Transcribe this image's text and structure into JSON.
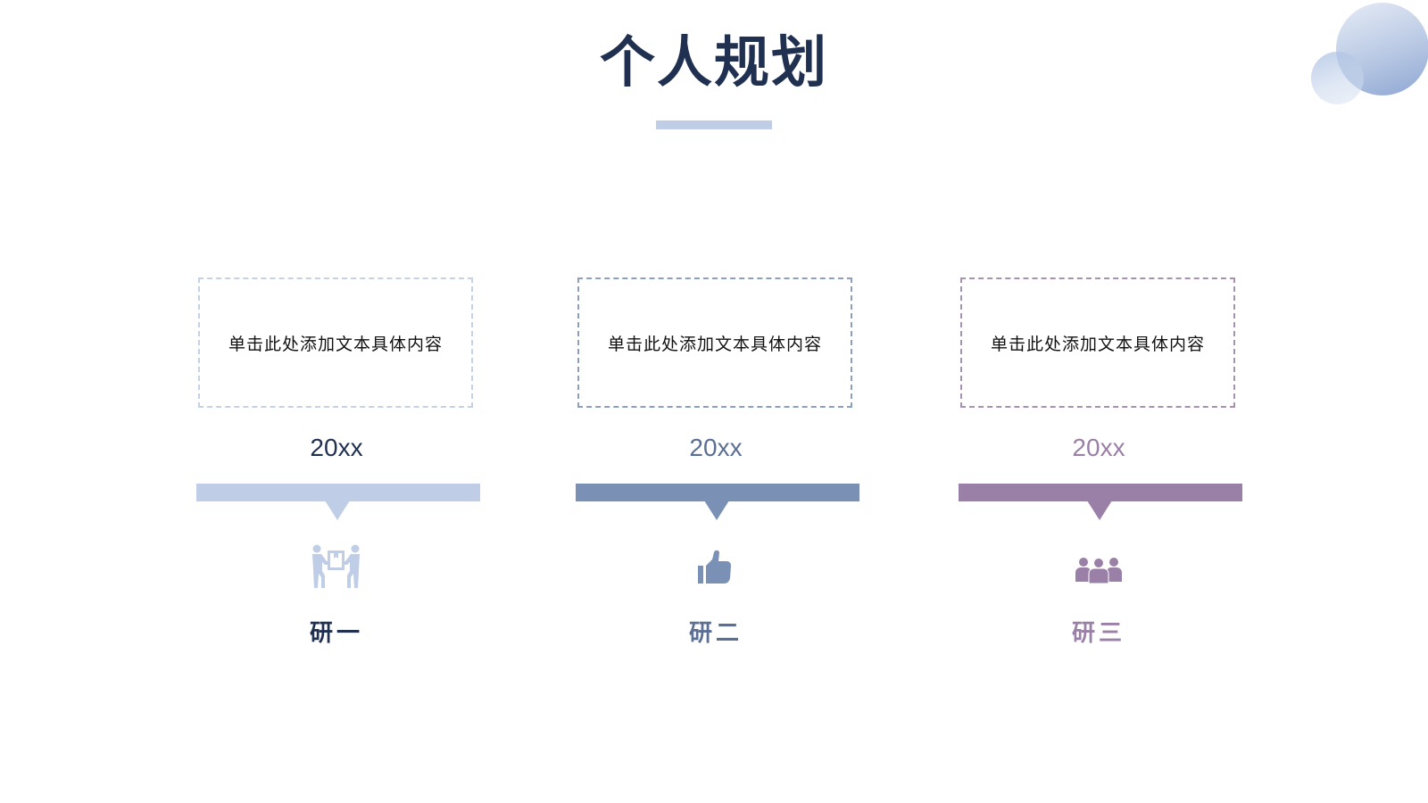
{
  "title": "个人规划",
  "colors": {
    "title": "#1f3050",
    "title_bar": "#bfcde6",
    "stage1": "#bfcde6",
    "stage2": "#7a91b5",
    "stage3": "#9a80a6"
  },
  "stages": [
    {
      "text": "单击此处添加文本具体内容",
      "year": "20xx",
      "label": "研一",
      "icon": "people-carrying-box-icon",
      "color": "#bfcde6",
      "box_border": "#c4d2e6",
      "year_color": "#1f3050",
      "label_color": "#1f3050"
    },
    {
      "text": "单击此处添加文本具体内容",
      "year": "20xx",
      "label": "研二",
      "icon": "thumbs-up-icon",
      "color": "#7a91b5",
      "box_border": "#8d9fbf",
      "year_color": "#5a6f93",
      "label_color": "#5a6f93"
    },
    {
      "text": "单击此处添加文本具体内容",
      "year": "20xx",
      "label": "研三",
      "icon": "team-icon",
      "color": "#9a80a6",
      "box_border": "#a692b0",
      "year_color": "#9a80a6",
      "label_color": "#9a80a6"
    }
  ]
}
